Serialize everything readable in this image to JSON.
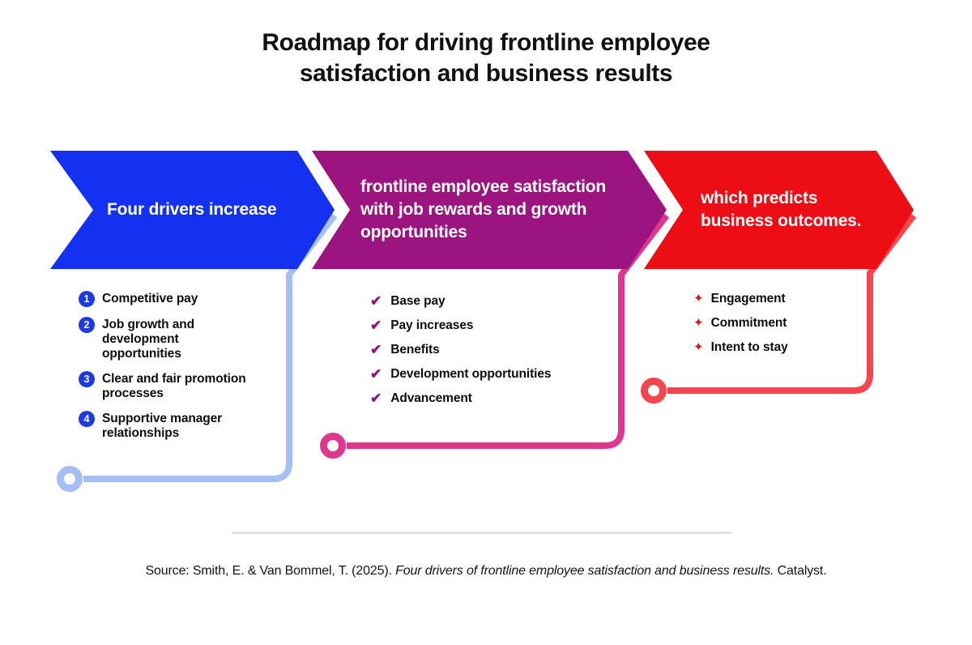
{
  "title": {
    "line1": "Roadmap for driving frontline employee",
    "line2": "satisfaction and business results"
  },
  "arrows": [
    {
      "id": "drivers",
      "label": "Four drivers increase",
      "fill_color": "#1430f0",
      "connector_color": "#a3bff5"
    },
    {
      "id": "rewards",
      "label": "frontline employee satisfaction with job rewards and growth opportunities",
      "fill_color": "#9c1480",
      "connector_color": "#e0378c"
    },
    {
      "id": "outcomes",
      "label": "which predicts business outcomes.",
      "fill_color": "#ec0e14",
      "connector_color": "#f4464c"
    }
  ],
  "lists": {
    "drivers": {
      "style": "numbered",
      "badge_color": "#1b3ae2",
      "items": [
        {
          "num": "1",
          "text": "Competitive pay"
        },
        {
          "num": "2",
          "text": "Job growth and development opportunities"
        },
        {
          "num": "3",
          "text": "Clear and fair promotion processes"
        },
        {
          "num": "4",
          "text": "Supportive manager relationships"
        }
      ]
    },
    "rewards": {
      "style": "checkmarks",
      "check_color": "#8e137a",
      "items": [
        {
          "text": "Base pay"
        },
        {
          "text": "Pay increases"
        },
        {
          "text": "Benefits"
        },
        {
          "text": "Development opportunities"
        },
        {
          "text": "Advancement"
        }
      ]
    },
    "outcomes": {
      "style": "star-bullets",
      "star_color": "#e8101c",
      "items": [
        {
          "text": "Engagement"
        },
        {
          "text": "Commitment"
        },
        {
          "text": "Intent to stay"
        }
      ]
    }
  },
  "icons": {
    "check": "✔",
    "star": "✦"
  },
  "source": {
    "prefix": "Source: Smith, E. & Van Bommel, T. (2025). ",
    "italic_title": "Four drivers of frontline employee satisfaction and business results.",
    "suffix": " Catalyst."
  }
}
